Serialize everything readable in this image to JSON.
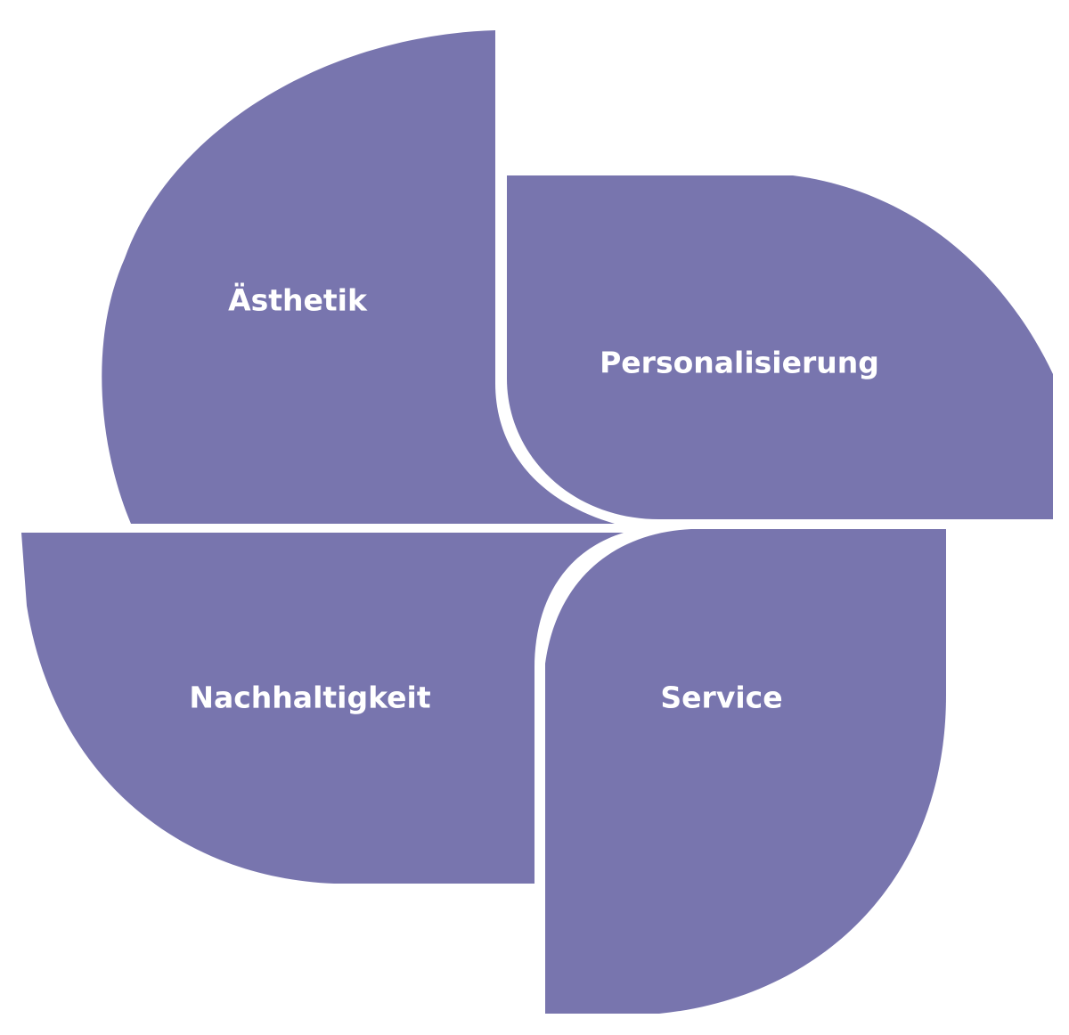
{
  "diagram": {
    "fill_color": "#7875ae",
    "label_color": "#ffffff",
    "background": "#ffffff",
    "petals": [
      {
        "label": "Ästhetik"
      },
      {
        "label": "Personalisierung"
      },
      {
        "label": "Nachhaltigkeit"
      },
      {
        "label": "Service"
      }
    ]
  }
}
